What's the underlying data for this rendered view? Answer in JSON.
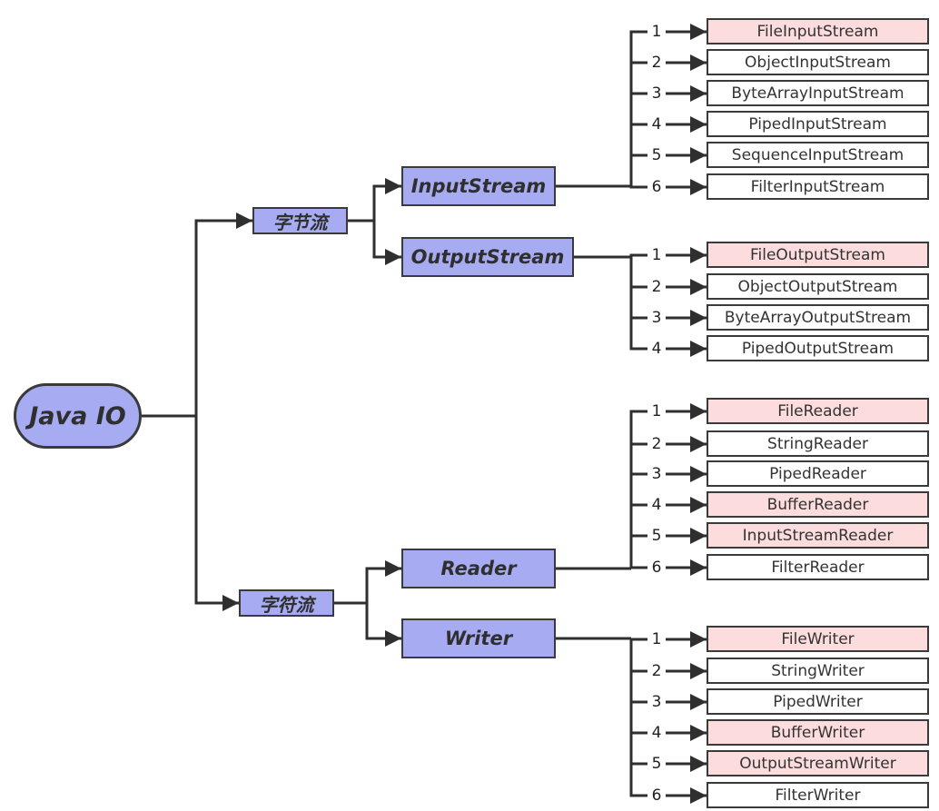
{
  "root": {
    "label": "Java IO"
  },
  "categories": [
    {
      "label": "字节流",
      "classes": [
        {
          "label": "InputStream",
          "children": [
            {
              "num": "1",
              "label": "FileInputStream",
              "highlight": true
            },
            {
              "num": "2",
              "label": "ObjectInputStream",
              "highlight": false
            },
            {
              "num": "3",
              "label": "ByteArrayInputStream",
              "highlight": false
            },
            {
              "num": "4",
              "label": "PipedInputStream",
              "highlight": false
            },
            {
              "num": "5",
              "label": "SequenceInputStream",
              "highlight": false
            },
            {
              "num": "6",
              "label": "FilterInputStream",
              "highlight": false
            }
          ]
        },
        {
          "label": "OutputStream",
          "children": [
            {
              "num": "1",
              "label": "FileOutputStream",
              "highlight": true
            },
            {
              "num": "2",
              "label": "ObjectOutputStream",
              "highlight": false
            },
            {
              "num": "3",
              "label": "ByteArrayOutputStream",
              "highlight": false
            },
            {
              "num": "4",
              "label": "PipedOutputStream",
              "highlight": false
            }
          ]
        }
      ]
    },
    {
      "label": "字符流",
      "classes": [
        {
          "label": "Reader",
          "children": [
            {
              "num": "1",
              "label": "FileReader",
              "highlight": true
            },
            {
              "num": "2",
              "label": "StringReader",
              "highlight": false
            },
            {
              "num": "3",
              "label": "PipedReader",
              "highlight": false
            },
            {
              "num": "4",
              "label": "BufferReader",
              "highlight": true
            },
            {
              "num": "5",
              "label": "InputStreamReader",
              "highlight": true
            },
            {
              "num": "6",
              "label": "FilterReader",
              "highlight": false
            }
          ]
        },
        {
          "label": "Writer",
          "children": [
            {
              "num": "1",
              "label": "FileWriter",
              "highlight": true
            },
            {
              "num": "2",
              "label": "StringWriter",
              "highlight": false
            },
            {
              "num": "3",
              "label": "PipedWriter",
              "highlight": false
            },
            {
              "num": "4",
              "label": "BufferWriter",
              "highlight": true
            },
            {
              "num": "5",
              "label": "OutputStreamWriter",
              "highlight": true
            },
            {
              "num": "6",
              "label": "FilterWriter",
              "highlight": false
            }
          ]
        }
      ]
    }
  ],
  "colors": {
    "node_fill": "#a7acf2",
    "highlight_fill": "#fcdcdc",
    "line": "#2f2f2f"
  }
}
